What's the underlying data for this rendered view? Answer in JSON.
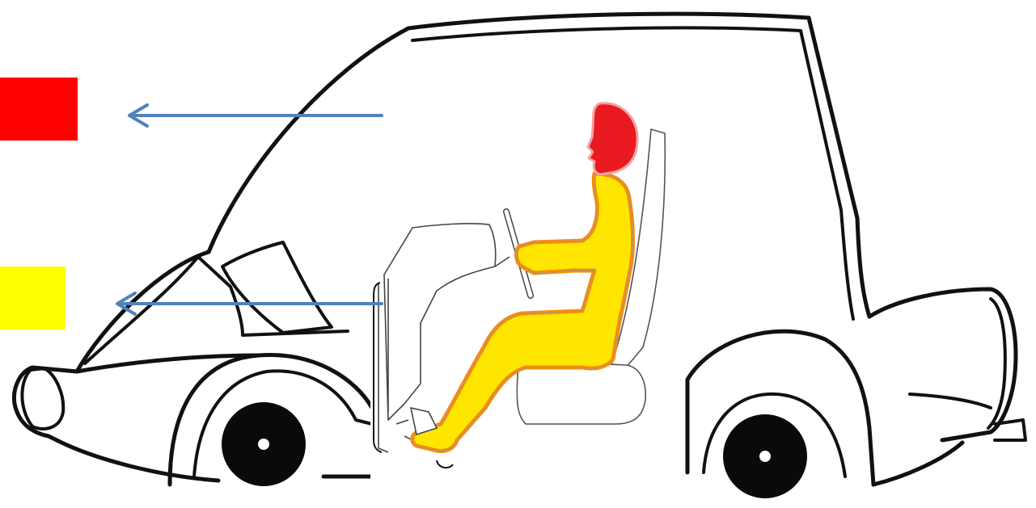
{
  "legend": [
    {
      "color": "#ff0000",
      "icon": "red-swatch",
      "points_to": "head"
    },
    {
      "color": "#ffff00",
      "icon": "yellow-swatch",
      "points_to": "body"
    }
  ],
  "colors": {
    "arrow": "#4f81bd",
    "outline": "#111111",
    "wheel": "#0a0a0a",
    "head_fill": "#e8191f",
    "body_fill": "#ffe600",
    "body_edge": "#ff8c00",
    "seat_line": "#555555"
  }
}
